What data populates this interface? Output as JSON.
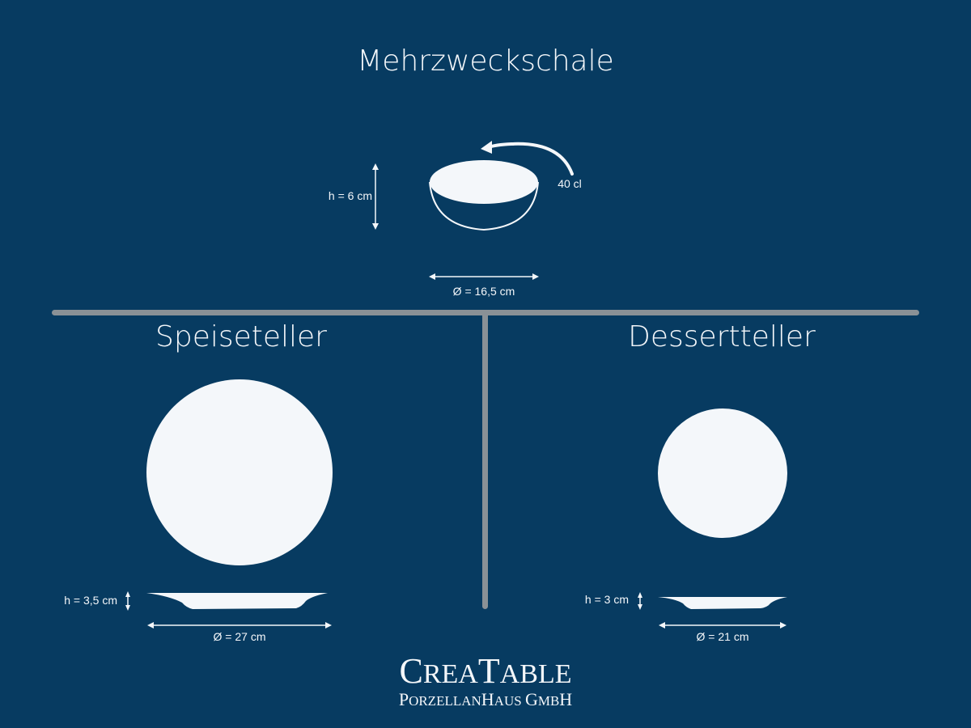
{
  "colors": {
    "background": "#073b61",
    "foreground": "#f4f7fa",
    "divider": "#8a9196"
  },
  "bowl": {
    "title": "Mehrzweckschale",
    "height_label": "h = 6 cm",
    "volume_label": "40 cl",
    "diameter_label": "Ø = 16,5 cm"
  },
  "dinner_plate": {
    "title": "Speiseteller",
    "height_label": "h = 3,5 cm",
    "diameter_label": "Ø = 27 cm"
  },
  "dessert_plate": {
    "title": "Dessertteller",
    "height_label": "h = 3 cm",
    "diameter_label": "Ø = 21 cm"
  },
  "logo": {
    "brand_first": "C",
    "brand_rest1": "REA",
    "brand_T": "T",
    "brand_rest2": "ABLE",
    "sub_P": "P",
    "sub_rest1": "ORZELLAN",
    "sub_H": "H",
    "sub_rest2": "AUS ",
    "sub_G": "G",
    "sub_rest3": "MB",
    "sub_H2": "H"
  }
}
